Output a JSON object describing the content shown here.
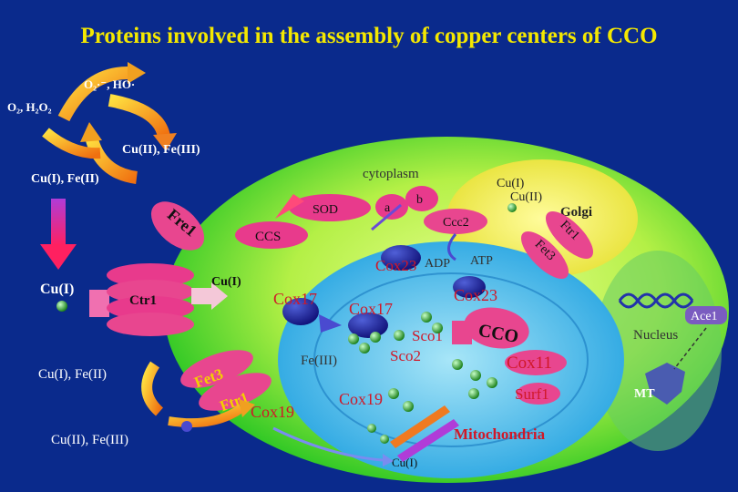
{
  "title": "Proteins involved in the assembly of copper centers of CCO",
  "labels": {
    "o2_h2o2": "O₂, H₂O₂",
    "superoxide": "O₂·⁻, HO·",
    "cu2_fe3_top": "Cu(II), Fe(III)",
    "cu1_fe2_top": "Cu(I), Fe(II)",
    "cu1_left": "Cu(I)",
    "cu1_fe2_bottom": "Cu(I), Fe(II)",
    "cu2_fe3_bottom": "Cu(II), Fe(III)",
    "cu1_membrane": "Cu(I)",
    "cu1_bottom": "Cu(I)",
    "fe3_mito": "Fe(III)",
    "cu1_golgi": "Cu(I)",
    "cu2_golgi": "Cu(II)",
    "adp": "ADP",
    "atp": "ATP"
  },
  "proteins": {
    "fre1": "Fre1",
    "ctr1": "Ctr1",
    "fet3_left": "Fet3",
    "ftr1_left": "Ftr1",
    "sod": "SOD",
    "ccs": "CCS",
    "cox17_cyto": "Cox17",
    "cox17_mito": "Cox17",
    "cox23_cyto": "Cox23",
    "cox23_mito": "Cox23",
    "sco1": "Sco1",
    "sco2": "Sco2",
    "cco": "CCO",
    "cox11": "Cox11",
    "surf1": "Surf1",
    "cox19_cyto": "Cox19",
    "cox19_mito": "Cox19",
    "ccc2": "Ccc2",
    "fet3_golgi": "Fet3",
    "ftr1_golgi": "Ftr1",
    "ace1": "Ace1",
    "mt": "MT",
    "a": "a",
    "b": "b"
  },
  "compartments": {
    "cytoplasm": "cytoplasm",
    "golgi": "Golgi",
    "nucleus": "Nucleus",
    "mitochondria": "Mitochondria"
  },
  "colors": {
    "background": "#0a2a8c",
    "title": "#f4e800",
    "cell_outer": "#1ec81e",
    "cell_inner": "#c8ff50",
    "mitochondrion": "#30b8e8",
    "mito_inner": "#8cd8f0",
    "golgi": "#f0f050",
    "nucleus": "#78d878",
    "protein_text": "#d01828",
    "pink_protein": "#e83a8c"
  }
}
